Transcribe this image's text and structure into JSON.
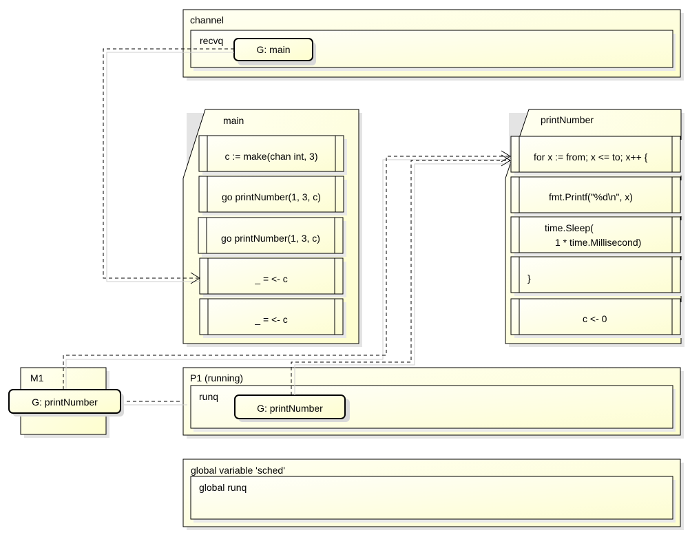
{
  "channel": {
    "title": "channel",
    "recvq": {
      "label": "recvq",
      "goroutine": "G: main"
    }
  },
  "main_func": {
    "title": "main",
    "statements": [
      "c := make(chan int, 3)",
      "go printNumber(1, 3, c)",
      "go printNumber(1, 3, c)",
      "_ = <- c",
      "_ = <- c"
    ]
  },
  "print_func": {
    "title": "printNumber",
    "statements": [
      "for x := from; x <= to; x++ {",
      "fmt.Printf(\"%d\\n\", x)",
      "time.Sleep(",
      "1 * time.Millisecond)",
      "}",
      "c <- 0"
    ]
  },
  "m1": {
    "title": "M1",
    "goroutine": "G: printNumber"
  },
  "p1": {
    "title": "P1 (running)",
    "runq": {
      "label": "runq",
      "goroutine": "G: printNumber"
    }
  },
  "sched": {
    "title": "global variable 'sched'",
    "global_runq": "global runq"
  },
  "colors": {
    "fill": "#fefece",
    "fill_light": "#fffff5",
    "stroke": "#000000",
    "shadow": "#e6e6e6",
    "guide": "#cccccc"
  }
}
